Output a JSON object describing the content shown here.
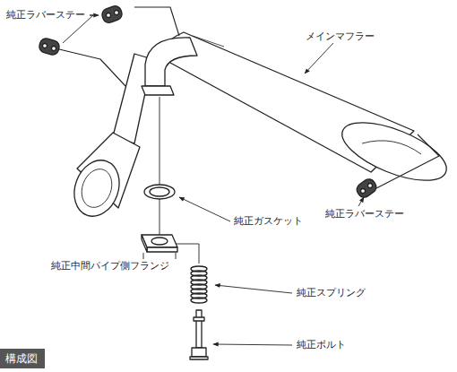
{
  "diagram": {
    "title": "構成図",
    "labels": [
      "純正ラバーステー",
      "メインマフラー",
      "純正ガスケット",
      "純正中間パイプ側フランジ",
      "純正スプリング",
      "純正ボルト",
      "純正ラバーステー"
    ]
  }
}
